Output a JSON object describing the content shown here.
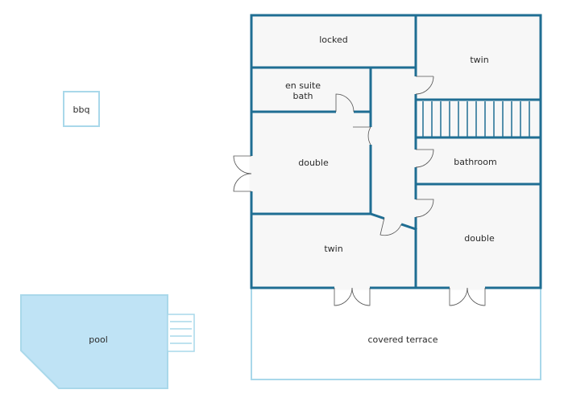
{
  "colors": {
    "wall": "#1f6e93",
    "floor": "#f7f7f7",
    "outline_light": "#a9d8ea",
    "pool_fill": "#bfe3f5",
    "door_line": "#555555",
    "text": "#2a2a2a"
  },
  "labels": {
    "bbq": "bbq",
    "pool": "pool",
    "locked": "locked",
    "twin_top": "twin",
    "en_suite_line1": "en suite",
    "en_suite_line2": "bath",
    "double_left": "double",
    "bathroom": "bathroom",
    "double_right": "double",
    "twin_bottom": "twin",
    "covered_terrace": "covered terrace"
  }
}
